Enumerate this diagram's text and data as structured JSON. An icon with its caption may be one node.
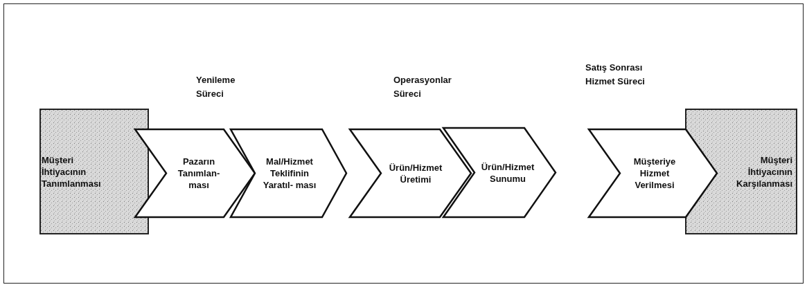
{
  "diagram": {
    "nodes": [
      {
        "text": [
          "Müşteri İhtiyacının Tanımlanması"
        ]
      },
      {
        "text": [
          "Pazarın Tanımlan- ması"
        ]
      },
      {
        "text": [
          "Mal/Hizmet Teklifinin Yaratıl- ması"
        ]
      },
      {
        "text": [
          "Ürün/Hizmet Üretimi"
        ]
      },
      {
        "text": [
          "Ürün/Hizmet Sunumu"
        ]
      },
      {
        "text": [
          "Müşteriye Hizmet Verilmesi"
        ]
      },
      {
        "text": [
          "Müşteri İhtiyacının Karşılanması"
        ]
      }
    ],
    "labels": [
      "Yenileme Süreci",
      "Operasyonlar Süreci",
      "Satış Sonrası Hizmet Süreci"
    ]
  }
}
